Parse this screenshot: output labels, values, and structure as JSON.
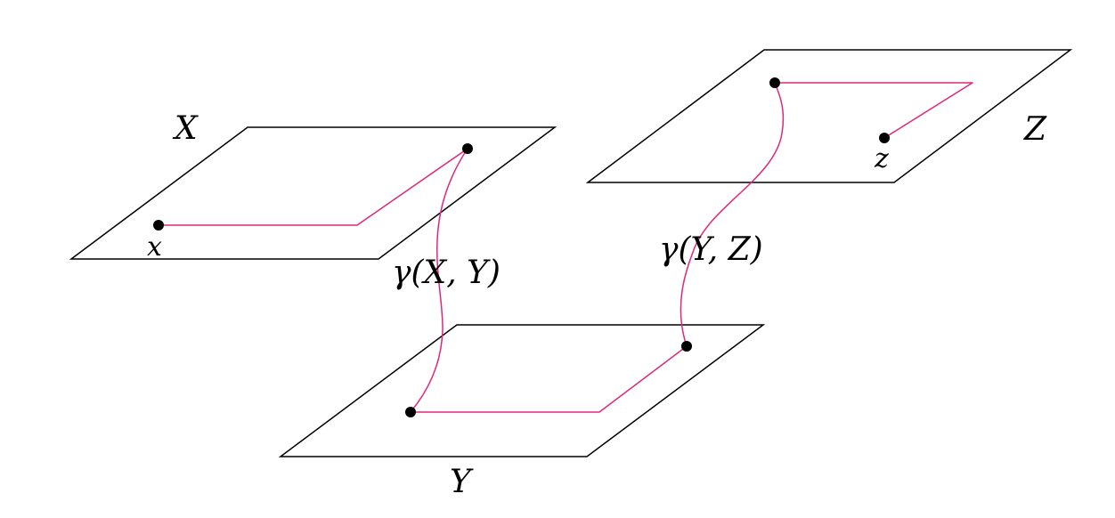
{
  "planes": {
    "x": {
      "name": "X"
    },
    "y": {
      "name": "Y"
    },
    "z": {
      "name": "Z"
    }
  },
  "points": {
    "x": "x",
    "z": "z"
  },
  "connections": {
    "xy": "γ(X, Y)",
    "yz": "γ(Y, Z)"
  },
  "colors": {
    "path": "#e0287a",
    "outline": "#000000",
    "dot": "#000000"
  }
}
